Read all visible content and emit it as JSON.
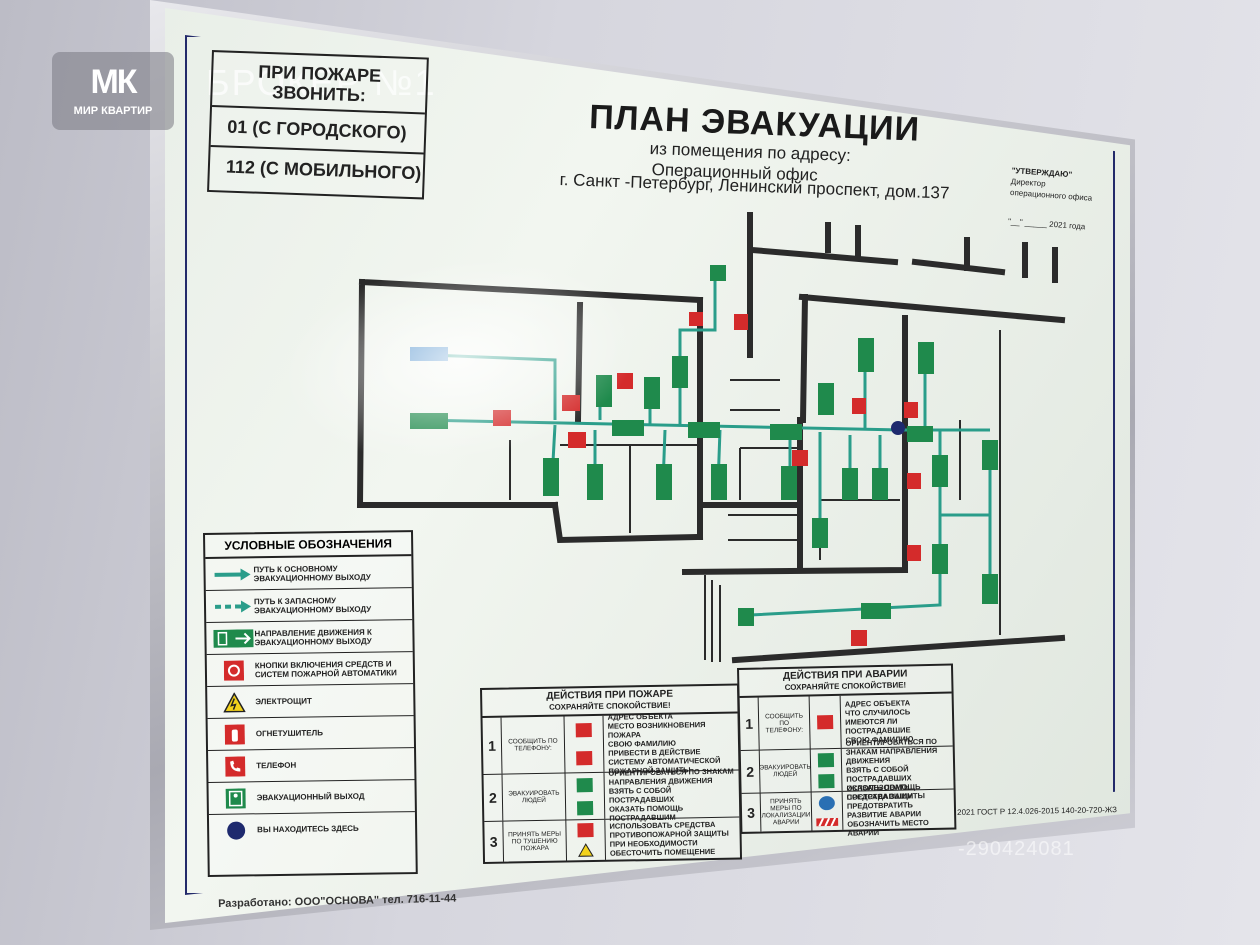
{
  "watermark": {
    "logo_mark": "МК",
    "logo_caption": "МИР КВАРТИР",
    "broker": "БРОКЕР №1",
    "listing_id": "-290424081"
  },
  "phone_box": {
    "heading_line1": "ПРИ ПОЖАРЕ",
    "heading_line2": "ЗВОНИТЬ:",
    "landline": "01 (С ГОРОДСКОГО)",
    "mobile": "112 (С МОБИЛЬНОГО)"
  },
  "title": "ПЛАН ЭВАКУАЦИИ",
  "subtitle": {
    "line1": "из помещения по адресу:",
    "line2": "Операционный офис",
    "line3": "г. Санкт -Петербург, Ленинский проспект, дом.137"
  },
  "approve": {
    "label": "\"УТВЕРЖДАЮ\"",
    "line1": "Директор",
    "line2": "операционного офиса",
    "date": "\"__\" _____ 2021 года"
  },
  "legend": {
    "title": "УСЛОВНЫЕ ОБОЗНАЧЕНИЯ",
    "items": [
      {
        "text": "ПУТЬ К ОСНОВНОМУ ЭВАКУАЦИОННОМУ ВЫХОДУ",
        "icon": "solid-arrow-icon"
      },
      {
        "text": "ПУТЬ К ЗАПАСНОМУ ЭВАКУАЦИОННОМУ ВЫХОДУ",
        "icon": "dashed-arrow-icon"
      },
      {
        "text": "НАПРАВЛЕНИЕ ДВИЖЕНИЯ К ЭВАКУАЦИОННОМУ ВЫХОДУ",
        "icon": "exit-direction-icon"
      },
      {
        "text": "КНОПКИ ВКЛЮЧЕНИЯ СРЕДСТВ И СИСТЕМ ПОЖАРНОЙ АВТОМАТИКИ",
        "icon": "fire-alarm-button-icon"
      },
      {
        "text": "ЭЛЕКТРОЩИТ",
        "icon": "electrical-panel-icon"
      },
      {
        "text": "ОГНЕТУШИТЕЛЬ",
        "icon": "extinguisher-icon"
      },
      {
        "text": "ТЕЛЕФОН",
        "icon": "phone-icon"
      },
      {
        "text": "ЭВАКУАЦИОННЫЙ ВЫХОД",
        "icon": "exit-icon"
      },
      {
        "text": "ВЫ НАХОДИТЕСЬ ЗДЕСЬ",
        "icon": "you-are-here-icon"
      }
    ]
  },
  "fire_actions": {
    "title": "ДЕЙСТВИЯ ПРИ ПОЖАРЕ",
    "subtitle": "СОХРАНЯЙТЕ СПОКОЙСТВИЕ!",
    "rows": [
      {
        "num": "1",
        "action": "СООБЩИТЬ ПО ТЕЛЕФОНУ:",
        "details": [
          "АДРЕС ОБЪЕКТА",
          "МЕСТО ВОЗНИКНОВЕНИЯ ПОЖАРА",
          "СВОЮ ФАМИЛИЮ",
          "ПРИВЕСТИ В ДЕЙСТВИЕ СИСТЕМУ АВТОМАТИЧЕСКОЙ ПОЖАРНОЙ ЗАЩИТЫ"
        ]
      },
      {
        "num": "2",
        "action": "ЭВАКУИРОВАТЬ ЛЮДЕЙ",
        "details": [
          "ОРИЕНТИРОВАТЬСЯ ПО ЗНАКАМ НАПРАВЛЕНИЯ ДВИЖЕНИЯ",
          "ВЗЯТЬ С СОБОЙ ПОСТРАДАВШИХ",
          "ОКАЗАТЬ ПОМОЩЬ ПОСТРАДАВШИМ"
        ]
      },
      {
        "num": "3",
        "action": "ПРИНЯТЬ МЕРЫ ПО ТУШЕНИЮ ПОЖАРА",
        "details": [
          "ИСПОЛЬЗОВАТЬ СРЕДСТВА ПРОТИВОПОЖАРНОЙ ЗАЩИТЫ",
          "ПРИ НЕОБХОДИМОСТИ ОБЕСТОЧИТЬ ПОМЕЩЕНИЕ"
        ]
      }
    ]
  },
  "accident_actions": {
    "title": "ДЕЙСТВИЯ ПРИ АВАРИИ",
    "subtitle": "СОХРАНЯЙТЕ СПОКОЙСТВИЕ!",
    "rows": [
      {
        "num": "1",
        "action": "СООБЩИТЬ ПО ТЕЛЕФОНУ:",
        "details": [
          "АДРЕС ОБЪЕКТА",
          "ЧТО СЛУЧИЛОСЬ",
          "ИМЕЮТСЯ ЛИ ПОСТРАДАВШИЕ",
          "СВОЮ ФАМИЛИЮ"
        ]
      },
      {
        "num": "2",
        "action": "ЭВАКУИРОВАТЬ ЛЮДЕЙ",
        "details": [
          "ОРИЕНТИРОВАТЬСЯ ПО ЗНАКАМ НАПРАВЛЕНИЯ ДВИЖЕНИЯ",
          "ВЗЯТЬ С СОБОЙ ПОСТРАДАВШИХ",
          "ОКАЗАТЬ ПОМОЩЬ ПОСТРАДАВШИМ"
        ]
      },
      {
        "num": "3",
        "action": "ПРИНЯТЬ МЕРЫ ПО ЛОКАЛИЗАЦИИ АВАРИИ",
        "details": [
          "ИСПОЛЬЗОВАТЬ СРЕДСТВА ЗАЩИТЫ",
          "ПРЕДОТВРАТИТЬ РАЗВИТИЕ АВАРИИ",
          "ОБОЗНАЧИТЬ МЕСТО АВАРИИ"
        ]
      }
    ]
  },
  "gost": "2021 ГОСТ Р 12.4.026-2015 140-20-720-ЖЗ",
  "footer": "Разработано: ООО\"ОСНОВА\" тел. 716-11-44",
  "colors": {
    "wall": "#2b2b2b",
    "route": "#2a9d8a",
    "exit_sign": "#1f8a4c",
    "fire_equipment": "#d42b2b",
    "you_are_here": "#1e2a6e",
    "border": "#232a6a"
  }
}
